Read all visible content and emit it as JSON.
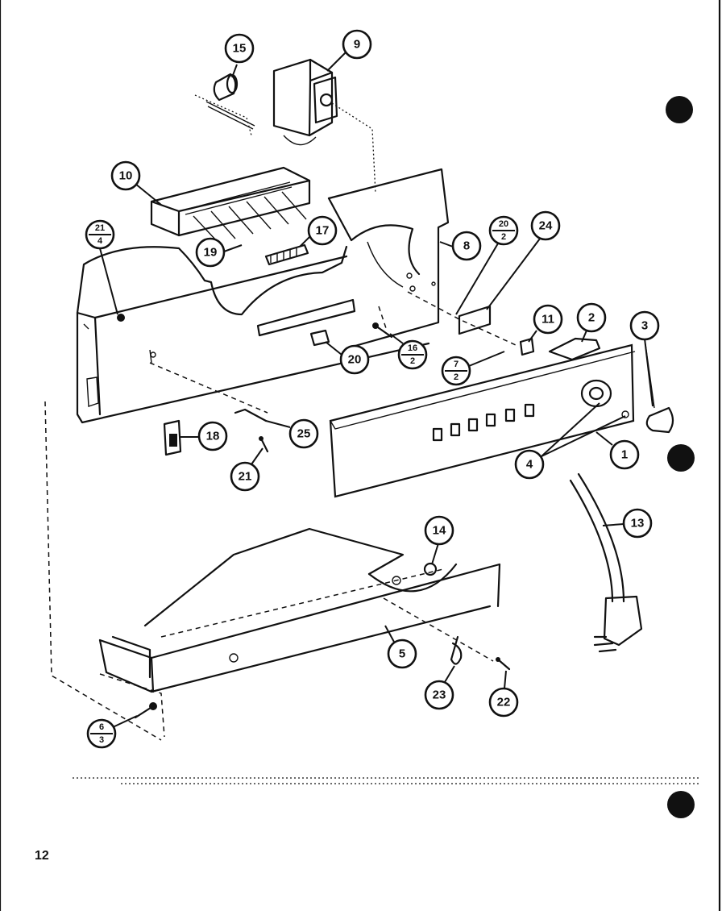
{
  "page": {
    "number": "12"
  },
  "callouts": [
    {
      "id": "c15",
      "label": "15"
    },
    {
      "id": "c9",
      "label": "9"
    },
    {
      "id": "c10",
      "label": "10"
    },
    {
      "id": "c21a",
      "top": "21",
      "bottom": "4"
    },
    {
      "id": "c19",
      "label": "19"
    },
    {
      "id": "c17",
      "label": "17"
    },
    {
      "id": "c8",
      "label": "8"
    },
    {
      "id": "c20f",
      "top": "20",
      "bottom": "2"
    },
    {
      "id": "c24",
      "label": "24"
    },
    {
      "id": "c11",
      "label": "11"
    },
    {
      "id": "c2",
      "label": "2"
    },
    {
      "id": "c3",
      "label": "3"
    },
    {
      "id": "c20",
      "label": "20"
    },
    {
      "id": "c16",
      "top": "16",
      "bottom": "2"
    },
    {
      "id": "c7",
      "top": "7",
      "bottom": "2"
    },
    {
      "id": "c18",
      "label": "18"
    },
    {
      "id": "c25",
      "label": "25"
    },
    {
      "id": "c21",
      "label": "21"
    },
    {
      "id": "c4",
      "label": "4"
    },
    {
      "id": "c1",
      "label": "1"
    },
    {
      "id": "c13",
      "label": "13"
    },
    {
      "id": "c14",
      "label": "14"
    },
    {
      "id": "c5",
      "label": "5"
    },
    {
      "id": "c23",
      "label": "23"
    },
    {
      "id": "c22",
      "label": "22"
    },
    {
      "id": "c6",
      "top": "6",
      "bottom": "3"
    }
  ]
}
